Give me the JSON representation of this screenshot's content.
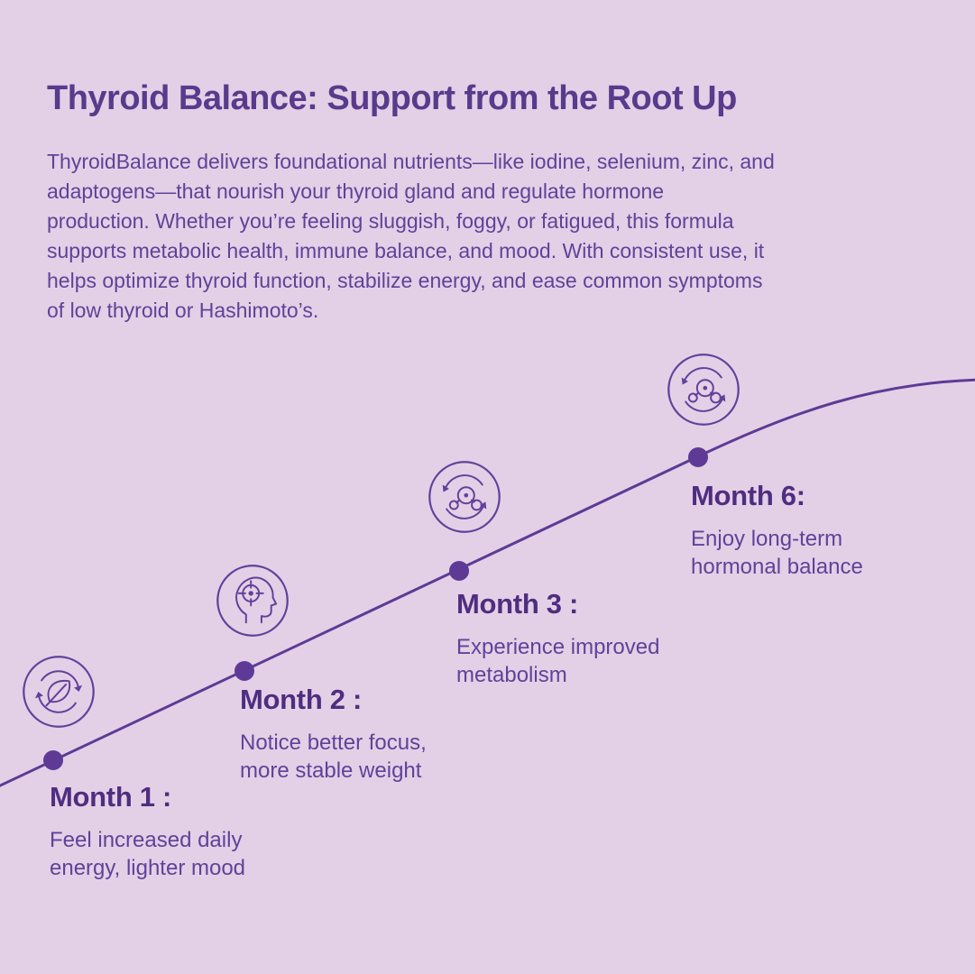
{
  "colors": {
    "background": "#e3d0e6",
    "title": "#593a8c",
    "body_text": "#5e4399",
    "milestone_heading": "#4f2d80",
    "line": "#5e3a96",
    "icon_stroke": "#63409b"
  },
  "header": {
    "title": "Thyroid Balance: Support from the Root Up",
    "paragraph": "ThyroidBalance delivers foundational nutrients—like iodine, selenium, zinc, and\nadaptogens—that nourish your thyroid gland and regulate hormone\nproduction. Whether you’re feeling sluggish, foggy, or fatigued, this formula\nsupports metabolic health, immune balance, and mood. With consistent use, it\nhelps optimize thyroid function, stabilize energy, and ease common symptoms\nof low thyroid or Hashimoto’s."
  },
  "timeline": {
    "shape": "rising curve, bottom-left to top-right",
    "milestones": [
      {
        "label": "Month 1 :",
        "description": "Feel increased daily\nenergy, lighter mood",
        "icon": "leaf-renewal-cycle-icon"
      },
      {
        "label": "Month 2 :",
        "description": "Notice better focus,\nmore stable weight",
        "icon": "mind-focus-icon"
      },
      {
        "label": "Month 3 :",
        "description": "Experience improved\nmetabolism",
        "icon": "metabolism-cycle-icon"
      },
      {
        "label": "Month 6:",
        "description": "Enjoy long-term\nhormonal balance",
        "icon": "hormone-balance-cycle-icon"
      }
    ]
  }
}
